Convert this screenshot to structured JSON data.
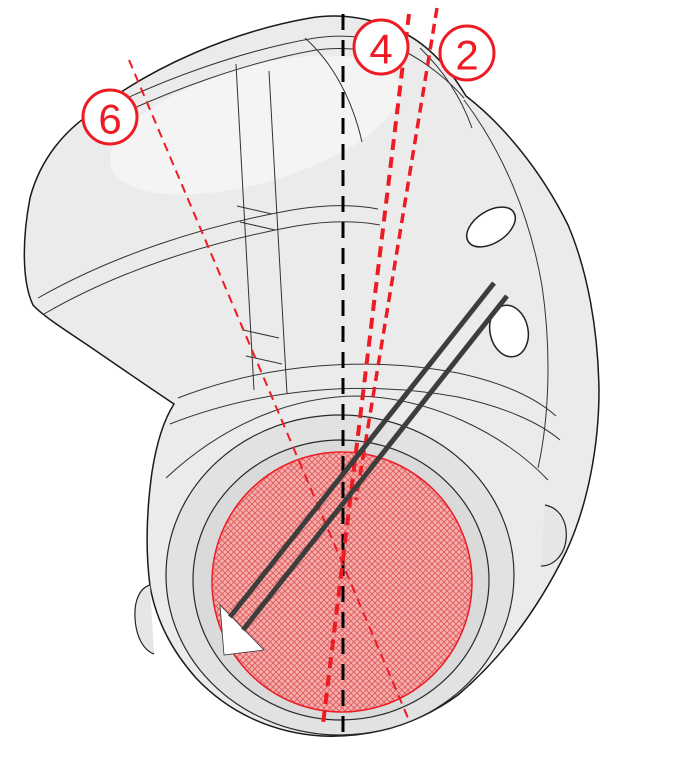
{
  "diagram": {
    "labels": [
      {
        "text": "6"
      },
      {
        "text": "4"
      },
      {
        "text": "2"
      }
    ],
    "colors": {
      "annotation_red": "#ed1c24",
      "reference_black": "#000000",
      "rod_gray": "#3d3d3d",
      "bone_fill": "#ebebeb",
      "bone_outline": "#1a1a1a",
      "region_pink": "#f6b0b0",
      "region_hatch": "#e06060",
      "background": "#ffffff"
    },
    "line_styles": {
      "vertical_reference": "black dashed",
      "axis_4": "red thick dashed",
      "axis_2": "red thick dashed",
      "axis_6": "red thin dashed",
      "rods": "dark gray solid"
    }
  }
}
